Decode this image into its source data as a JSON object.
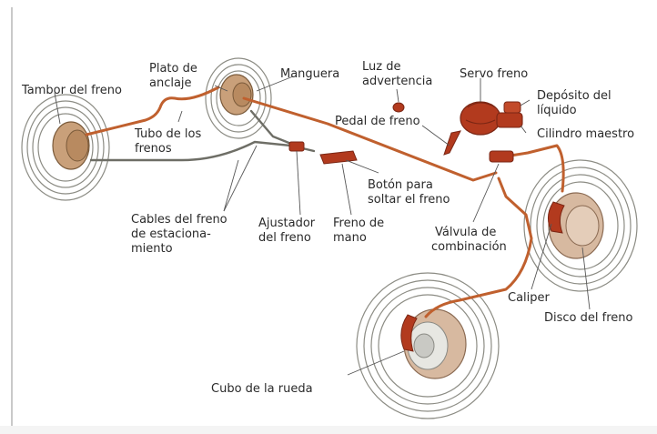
{
  "labels": {
    "tambor": "Tambor del freno",
    "plato_1": "Plato de",
    "plato_2": "anclaje",
    "manguera": "Manguera",
    "luz_1": "Luz de",
    "luz_2": "advertencia",
    "servo": "Servo freno",
    "deposito_1": "Depósito del",
    "deposito_2": "líquido",
    "pedal": "Pedal de freno",
    "cilindro": "Cilindro maestro",
    "tubo_1": "Tubo de los",
    "tubo_2": "frenos",
    "boton_1": "Botón para",
    "boton_2": "soltar el freno",
    "cables_1": "Cables del freno",
    "cables_2": "de estaciona-",
    "cables_3": "miento",
    "ajustador_1": "Ajustador",
    "ajustador_2": "del freno",
    "freno_mano_1": "Freno de",
    "freno_mano_2": "mano",
    "valvula_1": "Válvula de",
    "valvula_2": "combinación",
    "caliper": "Caliper",
    "disco": "Disco del freno",
    "cubo": "Cubo de la rueda"
  },
  "colors": {
    "pipe": "#c0602e",
    "cable": "#6e6e66",
    "tire": "#8c8c84",
    "drum": "#c9a07a",
    "brake_part": "#b23a1e",
    "leader": "#555555"
  }
}
